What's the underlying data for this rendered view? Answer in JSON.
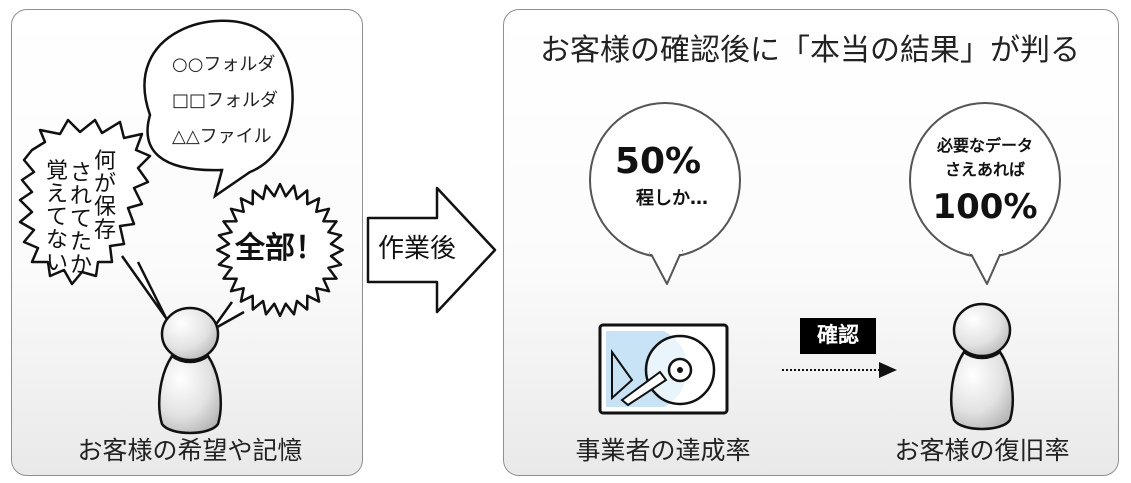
{
  "left": {
    "speech_lines": [
      "○○フォルダ",
      "□□フォルダ",
      "△△ファイル"
    ],
    "thought_columns": [
      "何が保存",
      "されてたか",
      "覚えてない"
    ],
    "burst_text": "全部！",
    "caption": "お客様の希望や記憶"
  },
  "arrow_label": "作業後",
  "right": {
    "title": "お客様の確認後に「本当の結果」が判る",
    "bubble1": {
      "big": "50%",
      "small": "程しか…"
    },
    "bubble2": {
      "line1": "必要なデータ",
      "line2": "さえあれば",
      "big": "100%"
    },
    "confirm_label": "確認",
    "caption_left": "事業者の達成率",
    "caption_right": "お客様の復旧率"
  },
  "colors": {
    "panel_border": "#8f8f8f",
    "drive_screen": "#c9e3f6",
    "label_bg": "#000000"
  }
}
